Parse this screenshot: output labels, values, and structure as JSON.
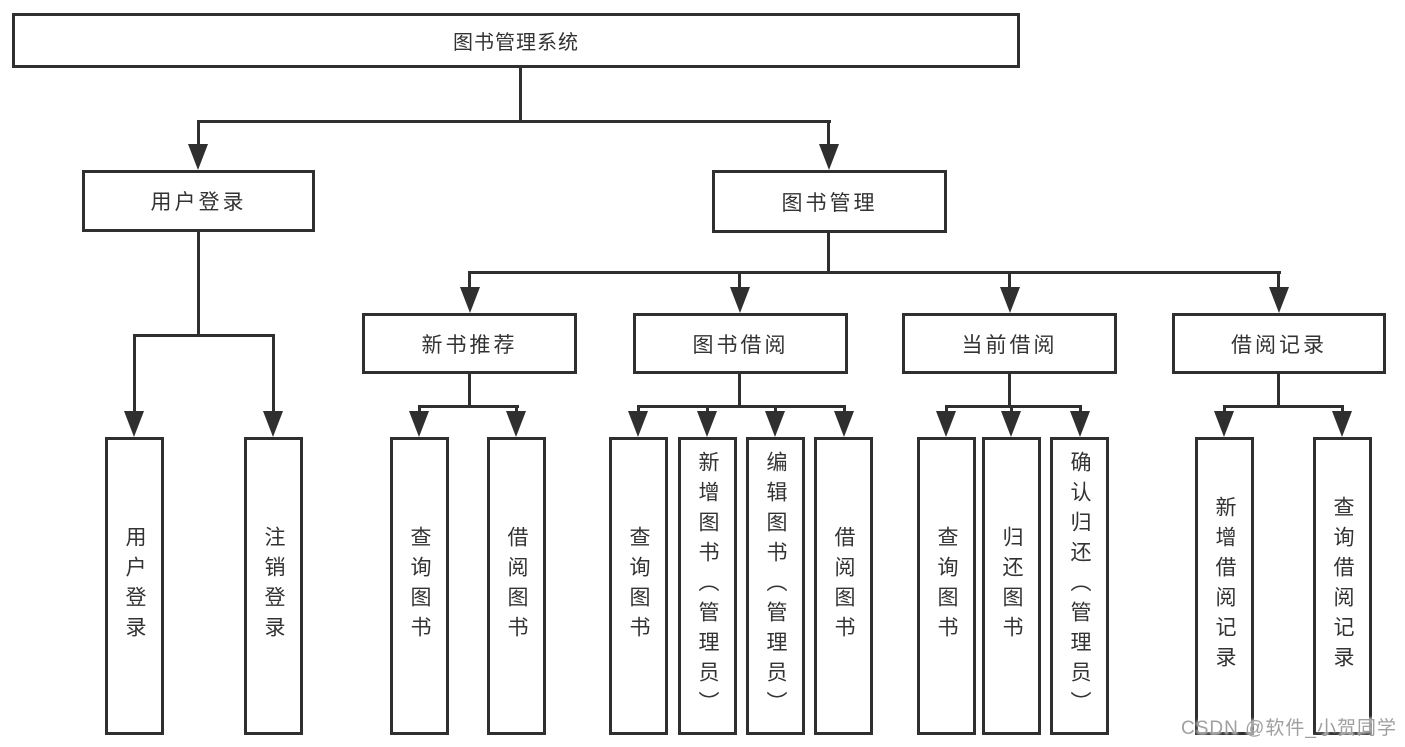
{
  "diagram_type": "function-structure-tree",
  "tree": {
    "root": {
      "label": "图书管理系统",
      "children": [
        {
          "label": "用户登录",
          "children": [
            {
              "label": "用户登录"
            },
            {
              "label": "注销登录"
            }
          ]
        },
        {
          "label": "图书管理",
          "children": [
            {
              "label": "新书推荐",
              "children": [
                {
                  "label": "查询图书"
                },
                {
                  "label": "借阅图书"
                }
              ]
            },
            {
              "label": "图书借阅",
              "children": [
                {
                  "label": "查询图书"
                },
                {
                  "label": "新增图书（管理员）"
                },
                {
                  "label": "编辑图书（管理员）"
                },
                {
                  "label": "借阅图书"
                }
              ]
            },
            {
              "label": "当前借阅",
              "children": [
                {
                  "label": "查询图书"
                },
                {
                  "label": "归还图书"
                },
                {
                  "label": "确认归还（管理员）"
                }
              ]
            },
            {
              "label": "借阅记录",
              "children": [
                {
                  "label": "新增借阅记录"
                },
                {
                  "label": "查询借阅记录"
                }
              ]
            }
          ]
        }
      ]
    }
  },
  "watermark": {
    "text": "CSDN @软件_小贺同学"
  },
  "colors": {
    "line": "#2f2f2f",
    "text": "#333333",
    "background": "#ffffff",
    "watermark": "#a0a0a0"
  }
}
